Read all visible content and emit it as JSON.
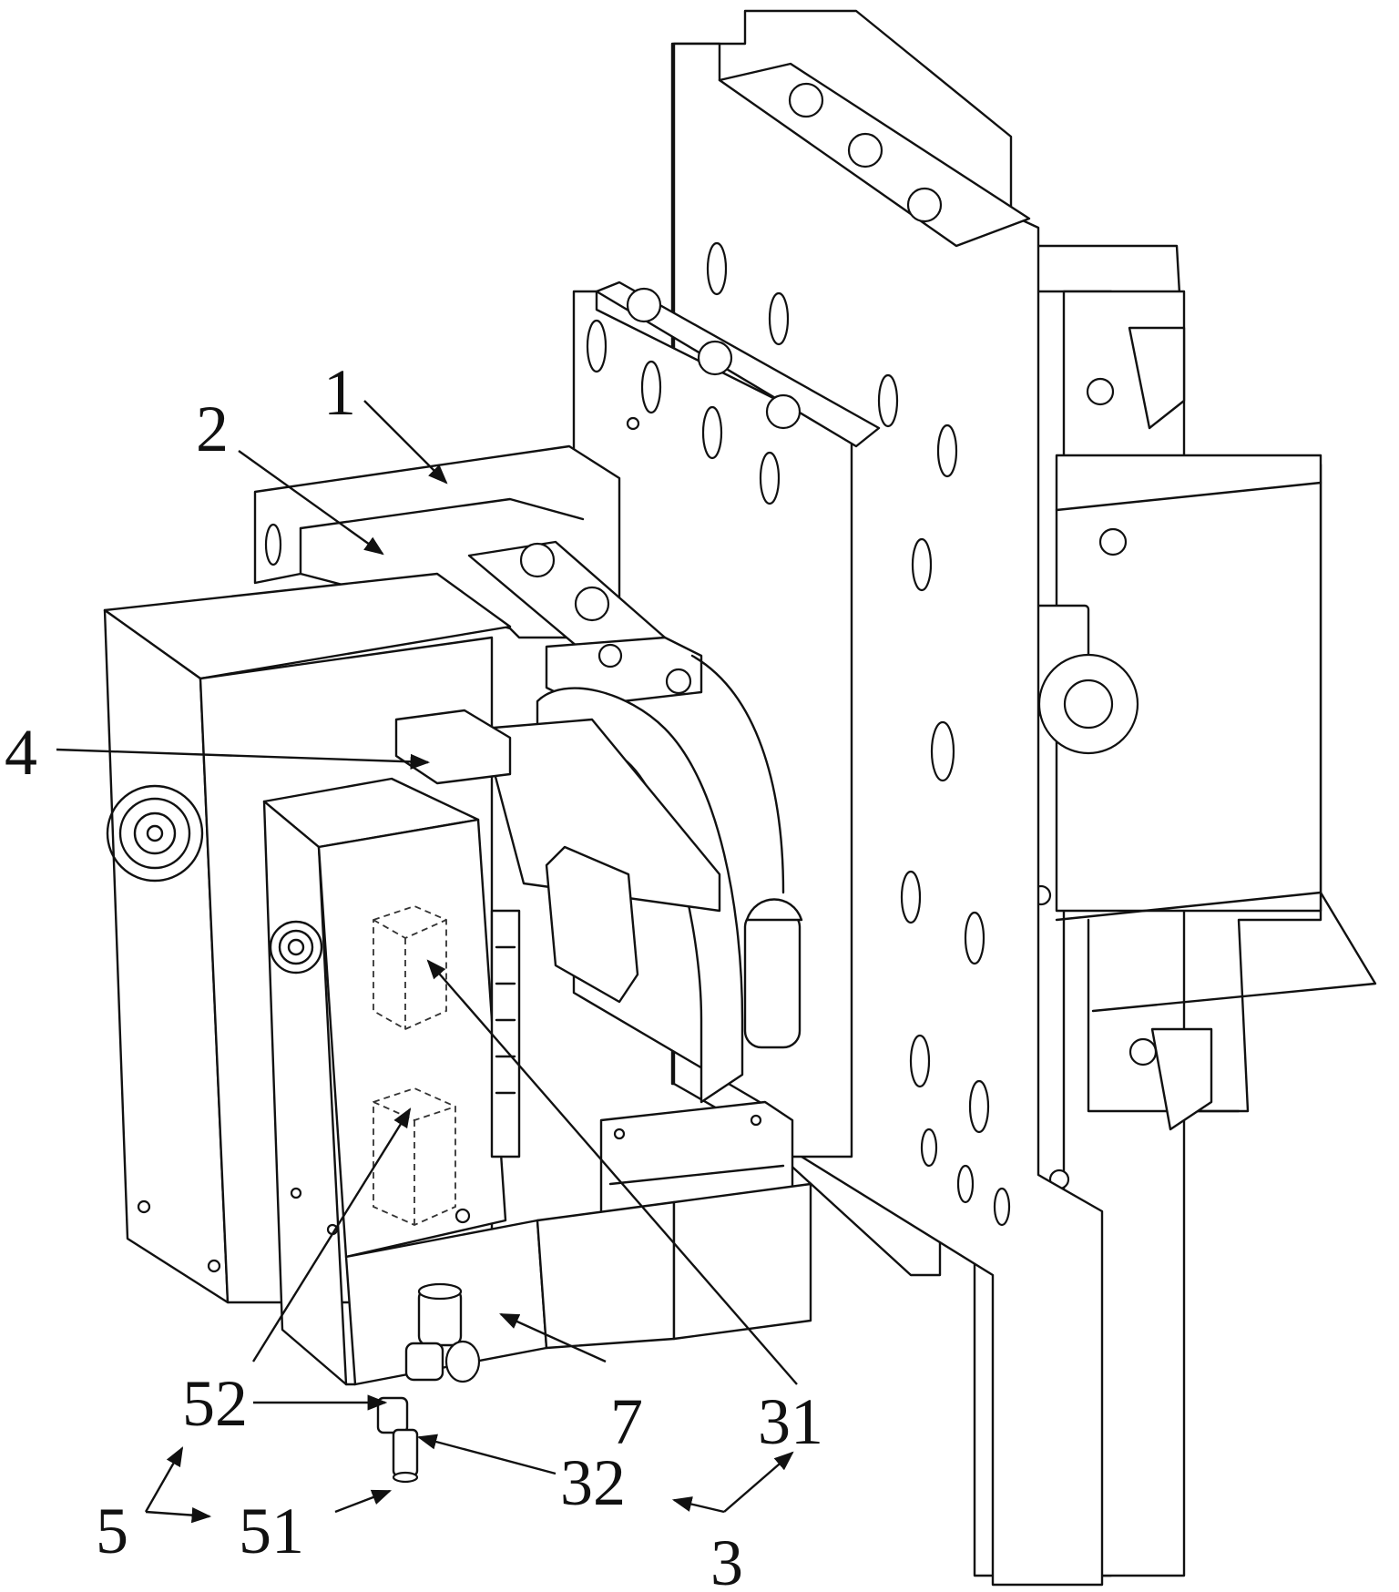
{
  "labels": {
    "l1": "1",
    "l2": "2",
    "l4": "4",
    "l52": "52",
    "l7": "7",
    "l31": "31",
    "l32": "32",
    "l5": "5",
    "l51": "51",
    "l3": "3"
  }
}
